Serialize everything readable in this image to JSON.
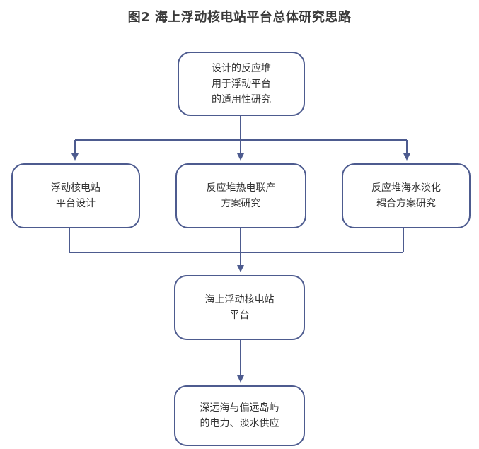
{
  "title": "图2 海上浮动核电站平台总体研究思路",
  "colors": {
    "box_border": "#4d5b8f",
    "arrow": "#4d5b8f",
    "text": "#333333"
  },
  "nodes": {
    "top": {
      "lines": [
        "设计的反应堆",
        "用于浮动平台",
        "的适用性研究"
      ]
    },
    "left": {
      "lines": [
        "浮动核电站",
        "平台设计"
      ]
    },
    "middle": {
      "lines": [
        "反应堆热电联产",
        "方案研究"
      ]
    },
    "right": {
      "lines": [
        "反应堆海水淡化",
        "耦合方案研究"
      ]
    },
    "platform": {
      "lines": [
        "海上浮动核电站",
        "平台"
      ]
    },
    "bottom": {
      "lines": [
        "深远海与偏远岛屿",
        "的电力、淡水供应"
      ]
    }
  }
}
